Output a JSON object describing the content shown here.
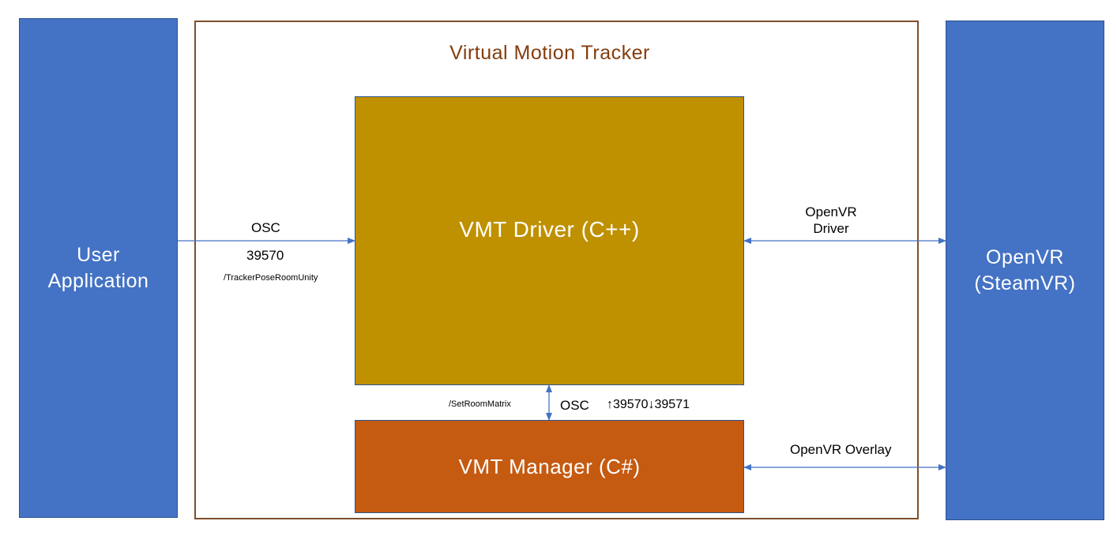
{
  "blocks": {
    "user_app": "User\nApplication",
    "openvr": "OpenVR\n(SteamVR)",
    "vmt_container_title": "Virtual Motion Tracker",
    "driver": "VMT Driver (C++)",
    "manager": "VMT Manager (C#)"
  },
  "labels": {
    "osc_left": "OSC",
    "port_left": "39570",
    "tracker_path": "/TrackerPoseRoomUnity",
    "openvr_driver": "OpenVR\nDriver",
    "setroom_path": "/SetRoomMatrix",
    "osc_mid": "OSC",
    "ports_mid": "↑39570↓39571",
    "openvr_overlay": "OpenVR Overlay"
  },
  "colors": {
    "blue": "#4472c4",
    "driver": "#bf9000",
    "manager": "#c55a11",
    "container_border": "#7f4f2a",
    "title": "#843c0c",
    "arrow": "#4472c4"
  }
}
